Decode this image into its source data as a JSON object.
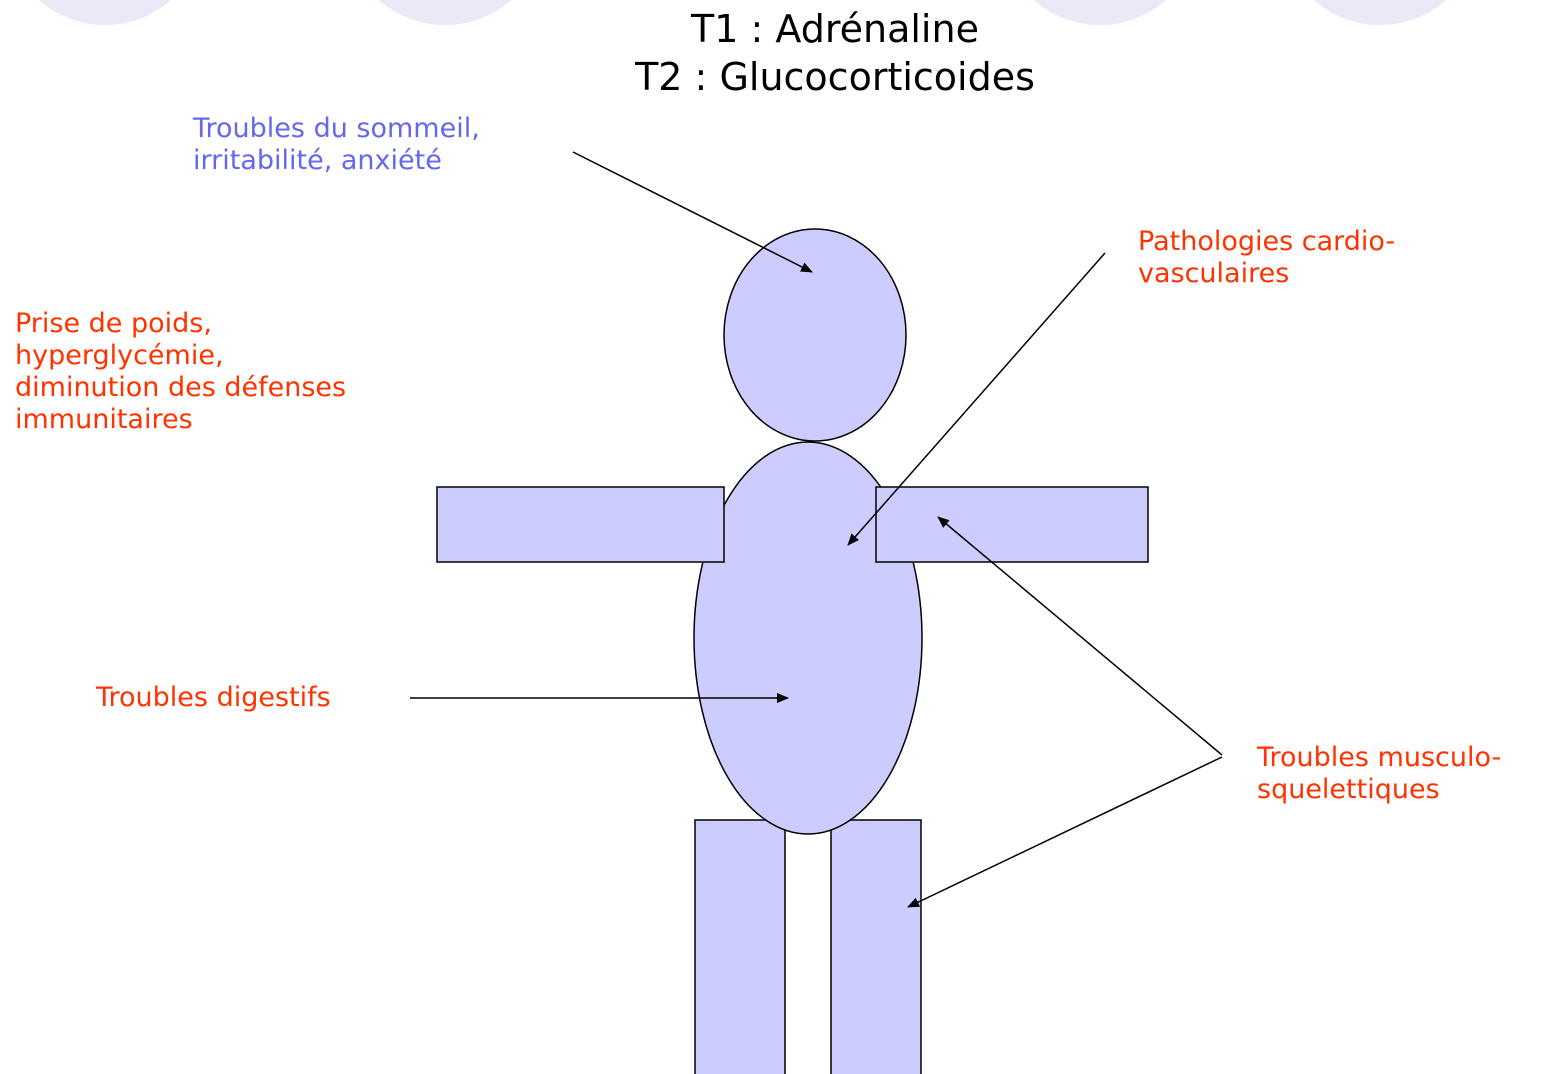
{
  "title": {
    "line1": "T1 : Adrénaline",
    "line2": "T2 : Glucocorticoides"
  },
  "labels": {
    "sleep": {
      "line1": "Troubles du sommeil,",
      "line2": "irritabilité, anxiété",
      "color": "#6666ee"
    },
    "cardio": {
      "line1": "Pathologies cardio-",
      "line2": "vasculaires",
      "color": "#ff3300"
    },
    "weight": {
      "line1": "Prise de poids,",
      "line2": "hyperglycémie,",
      "line3": "diminution des défenses",
      "line4": "immunitaires",
      "color": "#ff3300"
    },
    "digestive": {
      "line1": "Troubles digestifs",
      "color": "#ff3300"
    },
    "musculo": {
      "line1": "Troubles musculo-",
      "line2": "squelettiques",
      "color": "#ff3300"
    }
  },
  "colors": {
    "body_fill": "#ccccff",
    "outline": "#000000",
    "deco": "#e9e9f7"
  }
}
